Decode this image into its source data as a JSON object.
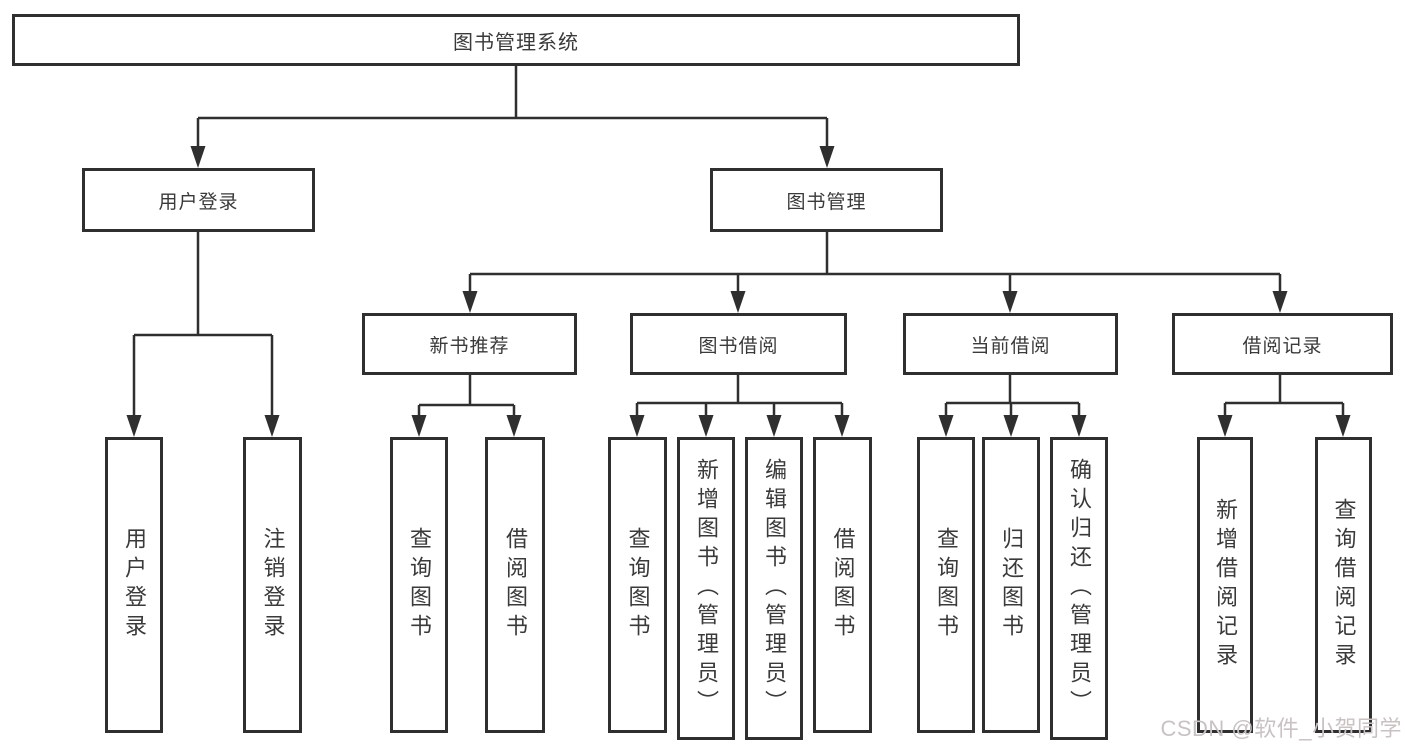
{
  "tree": {
    "root": {
      "label": "图书管理系统",
      "children": [
        {
          "label": "用户登录",
          "children": [
            {
              "label": "用户登录"
            },
            {
              "label": "注销登录"
            }
          ]
        },
        {
          "label": "图书管理",
          "children": [
            {
              "label": "新书推荐",
              "children": [
                {
                  "label": "查询图书"
                },
                {
                  "label": "借阅图书"
                }
              ]
            },
            {
              "label": "图书借阅",
              "children": [
                {
                  "label": "查询图书"
                },
                {
                  "label": "新增图书（管理员）"
                },
                {
                  "label": "编辑图书（管理员）"
                },
                {
                  "label": "借阅图书"
                }
              ]
            },
            {
              "label": "当前借阅",
              "children": [
                {
                  "label": "查询图书"
                },
                {
                  "label": "归还图书"
                },
                {
                  "label": "确认归还（管理员）"
                }
              ]
            },
            {
              "label": "借阅记录",
              "children": [
                {
                  "label": "新增借阅记录"
                },
                {
                  "label": "查询借阅记录"
                }
              ]
            }
          ]
        }
      ]
    }
  },
  "watermark": {
    "text": "CSDN @软件_小贺同学"
  },
  "colors": {
    "line": "#2f2f2f",
    "box_border": "#2f2f2f",
    "text": "#3a3a3a",
    "watermark": "#c9c2c2",
    "background": "#ffffff"
  }
}
